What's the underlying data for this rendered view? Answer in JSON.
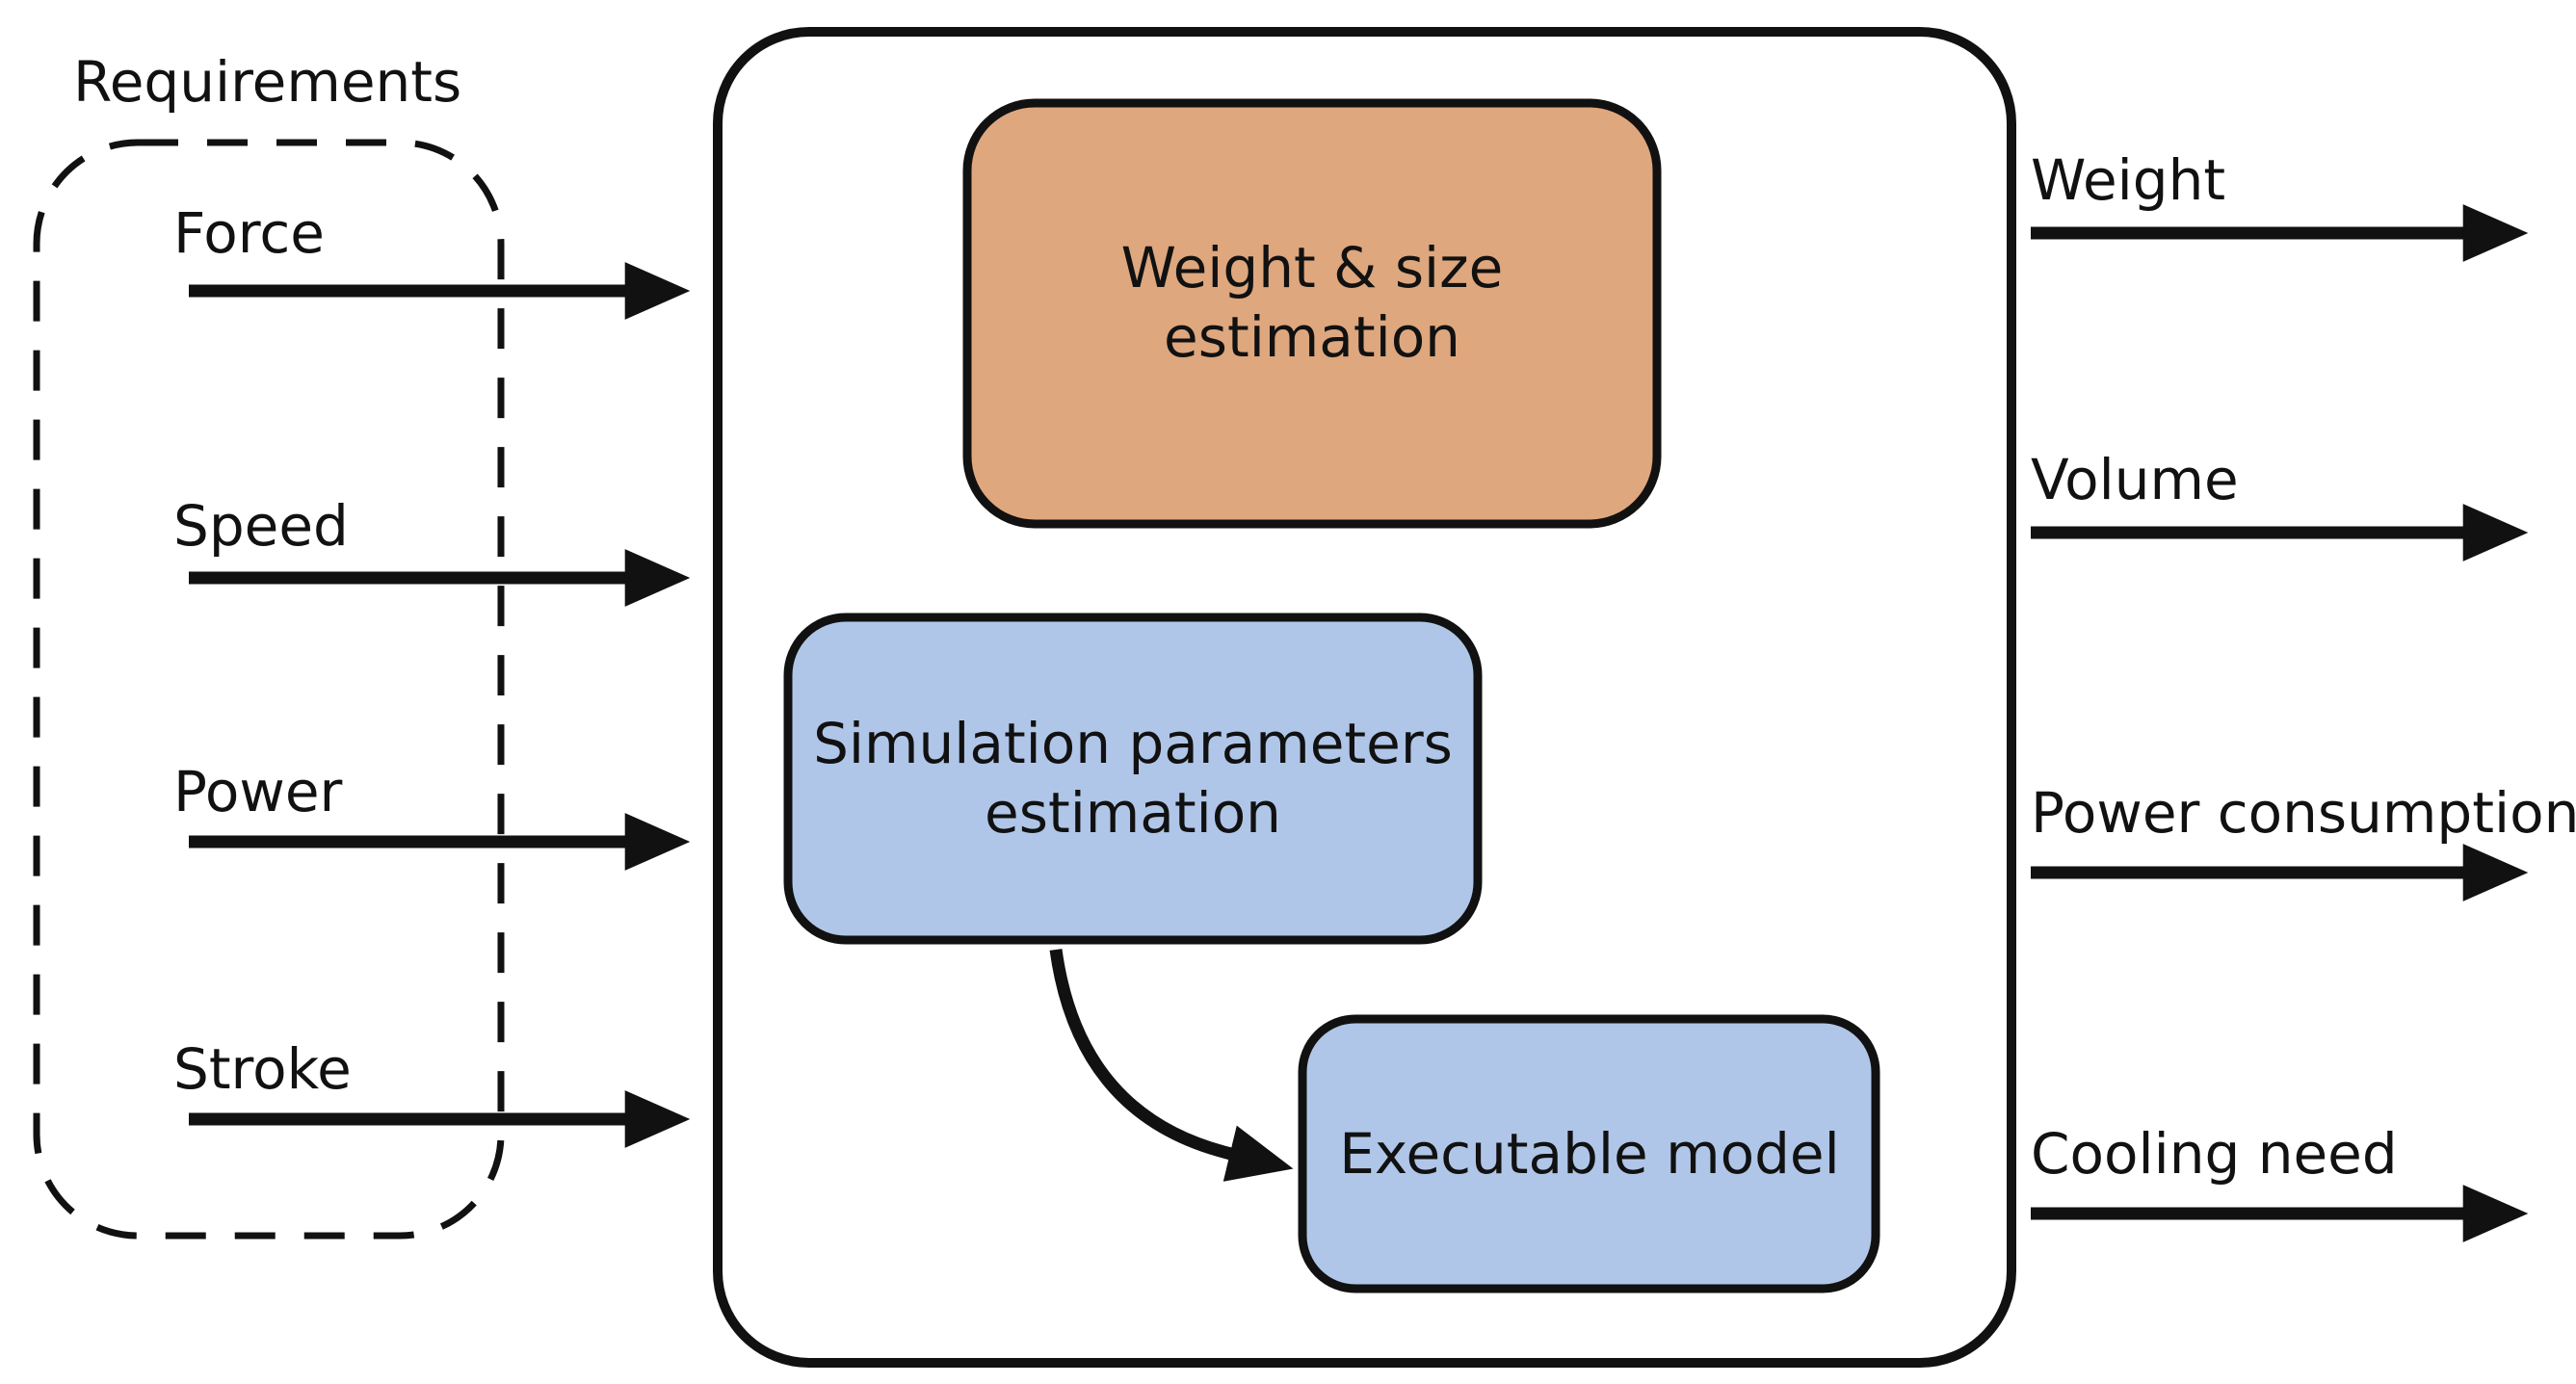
{
  "title": "Requirements",
  "requirements_group": {
    "items": [
      "Force",
      "Speed",
      "Power",
      "Stroke"
    ]
  },
  "outputs": {
    "items": [
      "Weight",
      "Volume",
      "Power consumption",
      "Cooling need"
    ]
  },
  "process_boxes": {
    "weight_size": {
      "line1": "Weight & size",
      "line2": "estimation",
      "fill": "#DEA77E"
    },
    "simulation_params": {
      "line1": "Simulation parameters",
      "line2": "estimation",
      "fill": "#B0C6E8"
    },
    "executable_model": {
      "label": "Executable model",
      "fill": "#B0C6E8"
    }
  },
  "colors": {
    "outline": "#111111",
    "background": "#FFFFFF"
  }
}
